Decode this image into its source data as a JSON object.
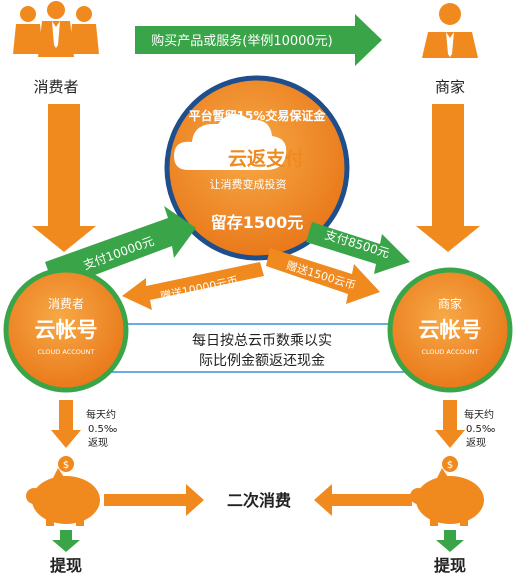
{
  "consumer": {
    "label": "消费者"
  },
  "merchant": {
    "label": "商家"
  },
  "top_arrow": {
    "label": "购买产品或服务(举例10000元)"
  },
  "center": {
    "arc_text": "平台暂留15%交易保证金",
    "brand": "云返支付",
    "slogan": "让消费变成投资",
    "hold": "留存1500元"
  },
  "arrows": {
    "pay_consumer": "支付10000元",
    "gift_consumer": "赠送10000云币",
    "pay_merchant": "支付8500元",
    "gift_merchant": "赠送1500云币"
  },
  "consumer_account": {
    "title": "消费者",
    "name": "云帐号",
    "sub": "CLOUD ACCOUNT"
  },
  "merchant_account": {
    "title": "商家",
    "name": "云帐号",
    "sub": "CLOUD ACCOUNT"
  },
  "rebate_box": {
    "line1": "每日按总云币数乘以实",
    "line2": "际比例金额返还现金"
  },
  "daily_left": {
    "line1": "每天约",
    "line2": "0.5‰",
    "line3": "返现"
  },
  "daily_right": {
    "line1": "每天约",
    "line2": "0.5‰",
    "line3": "返现"
  },
  "bottom": {
    "label": "二次消费"
  },
  "withdraw_left": "提现",
  "withdraw_right": "提现",
  "colors": {
    "orange": "#F08A1E",
    "green": "#3AA548",
    "white": "#FFFFFF",
    "navy": "#1F4E8C"
  }
}
